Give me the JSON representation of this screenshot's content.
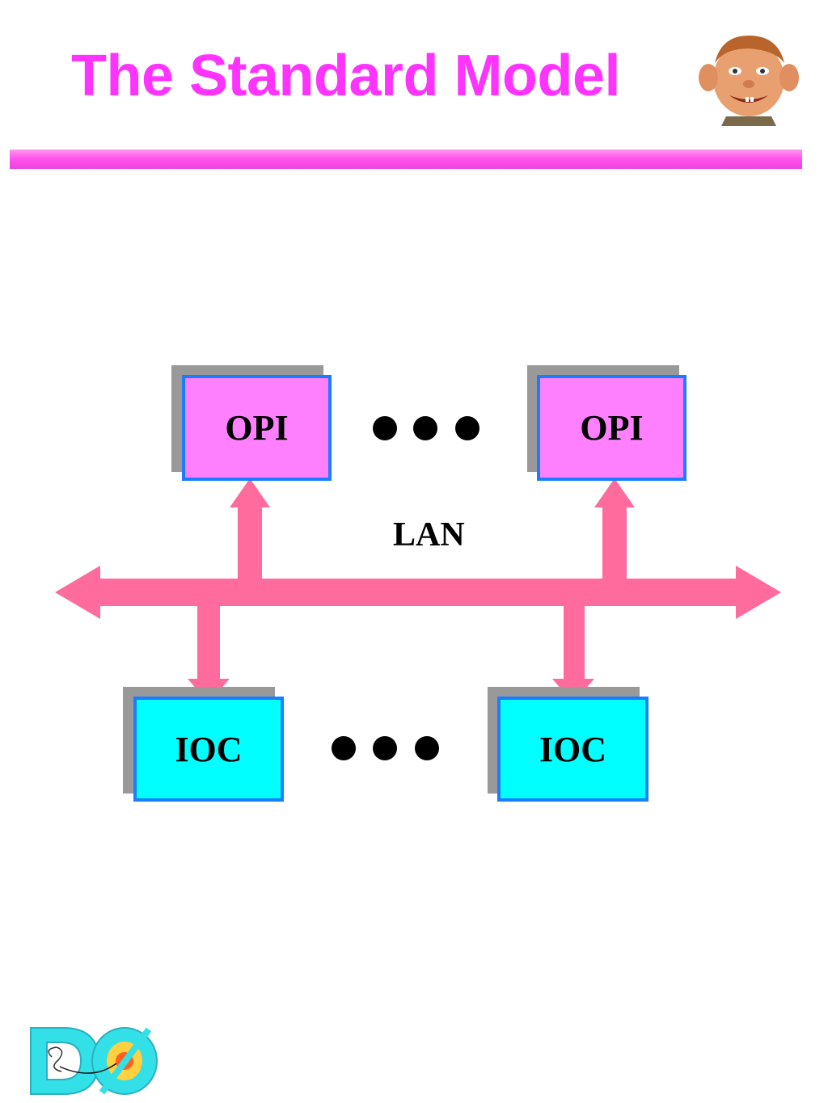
{
  "title": "The Standard Model",
  "diagram": {
    "opi_label": "OPI",
    "ioc_label": "IOC",
    "lan_label": "LAN",
    "ellipsis": "• • •"
  },
  "colors": {
    "title": "#ff33ff",
    "arrow": "#ff6b9c",
    "opi_fill": "#ff80ff",
    "ioc_fill": "#00ffff",
    "box_border": "#1a7dff",
    "shadow": "#999999"
  },
  "icons": [
    "cartoon-face-icon",
    "d0-logo-icon"
  ]
}
